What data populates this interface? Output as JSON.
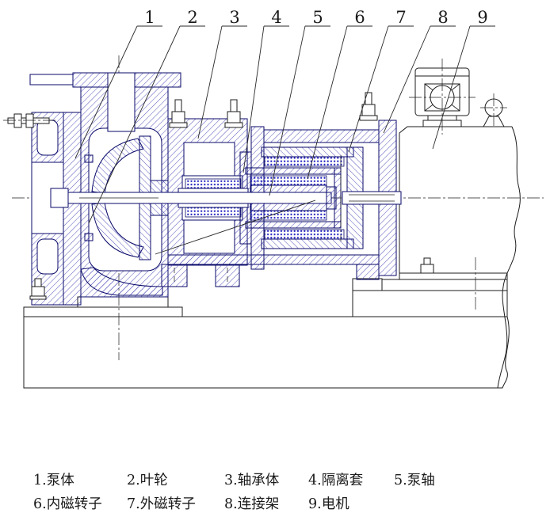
{
  "callouts": [
    "1",
    "2",
    "3",
    "4",
    "5",
    "6",
    "7",
    "8",
    "9"
  ],
  "legend": {
    "items": [
      {
        "label": "1.泵体"
      },
      {
        "label": "2.叶轮"
      },
      {
        "label": "3.轴承体"
      },
      {
        "label": "4.隔离套"
      },
      {
        "label": "5.泵轴"
      },
      {
        "label": "6.内磁转子"
      },
      {
        "label": "7.外磁转子"
      },
      {
        "label": "8.连接架"
      },
      {
        "label": "9.电机"
      }
    ]
  },
  "theme": {
    "background": "#ffffff",
    "outline_color": "#0a0a6a",
    "hatch_color": "#4242b6",
    "magnet_dot_color": "#2121c0",
    "line_color": "#1c1c1c",
    "text_color": "#1a1a1a"
  }
}
